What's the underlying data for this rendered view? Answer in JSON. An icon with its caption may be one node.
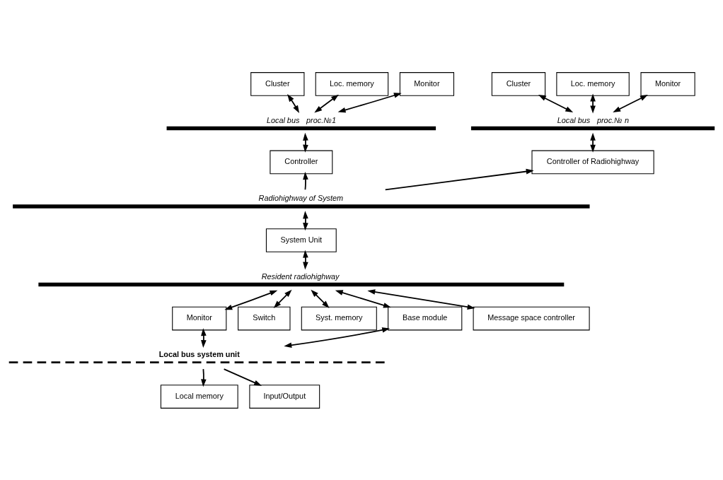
{
  "diagram": {
    "nodes": [
      {
        "text": [
          "Cluster"
        ]
      },
      {
        "text": [
          "Loc. memory"
        ]
      },
      {
        "text": [
          "Monitor"
        ]
      },
      {
        "text": [],
        "shape": "bar",
        "beside": [
          "Local bus",
          "proc.№1"
        ]
      },
      {
        "text": [
          "Cluster"
        ]
      },
      {
        "text": [
          "Loc. memory"
        ]
      },
      {
        "text": [
          "Monitor"
        ]
      },
      {
        "text": [],
        "shape": "bar",
        "beside": [
          "Local bus",
          "proc.№ n"
        ]
      },
      {
        "text": [
          "Controller"
        ]
      },
      {
        "text": [
          "Controller of Radiohighway"
        ]
      },
      {
        "text": [],
        "shape": "bar",
        "beside": [
          "Radiohighway of System"
        ]
      },
      {
        "text": [
          "System Unit"
        ]
      },
      {
        "text": [],
        "shape": "bar",
        "beside": [
          "Resident radiohighway"
        ]
      },
      {
        "text": [
          "Monitor"
        ]
      },
      {
        "text": [
          "Switch"
        ]
      },
      {
        "text": [
          "Syst. memory"
        ]
      },
      {
        "text": [
          "Base module"
        ]
      },
      {
        "text": [
          "Message space controller"
        ]
      },
      {
        "text": [],
        "shape": "bar",
        "beside": [
          "Local bus system unit"
        ]
      },
      {
        "text": [
          "Local memory"
        ]
      },
      {
        "text": [
          "Input/Output"
        ]
      }
    ],
    "edges": [
      {
        "from": 0,
        "to": 3,
        "arrow": "both"
      },
      {
        "from": 1,
        "to": 3,
        "arrow": "both"
      },
      {
        "from": 2,
        "to": 3,
        "arrow": "both"
      },
      {
        "from": 4,
        "to": 7,
        "arrow": "both"
      },
      {
        "from": 5,
        "to": 7,
        "arrow": "both"
      },
      {
        "from": 6,
        "to": 7,
        "arrow": "both"
      },
      {
        "from": 3,
        "to": 8,
        "arrow": "both"
      },
      {
        "from": 7,
        "to": 9,
        "arrow": "both"
      },
      {
        "from": 10,
        "to": 8,
        "arrow": "to"
      },
      {
        "from": 10,
        "to": 9,
        "arrow": "to"
      },
      {
        "from": 10,
        "to": 11,
        "arrow": "both"
      },
      {
        "from": 11,
        "to": 12,
        "arrow": "both"
      },
      {
        "from": 12,
        "to": 13,
        "arrow": "both"
      },
      {
        "from": 12,
        "to": 14,
        "arrow": "both"
      },
      {
        "from": 12,
        "to": 15,
        "arrow": "both"
      },
      {
        "from": 12,
        "to": 16,
        "arrow": "both"
      },
      {
        "from": 12,
        "to": 17,
        "arrow": "both"
      },
      {
        "from": 13,
        "to": 18,
        "arrow": "both"
      },
      {
        "from": 16,
        "to": 18,
        "arrow": "both"
      },
      {
        "from": 18,
        "to": 19,
        "arrow": "to"
      },
      {
        "from": 18,
        "to": 20,
        "arrow": "to"
      }
    ]
  }
}
